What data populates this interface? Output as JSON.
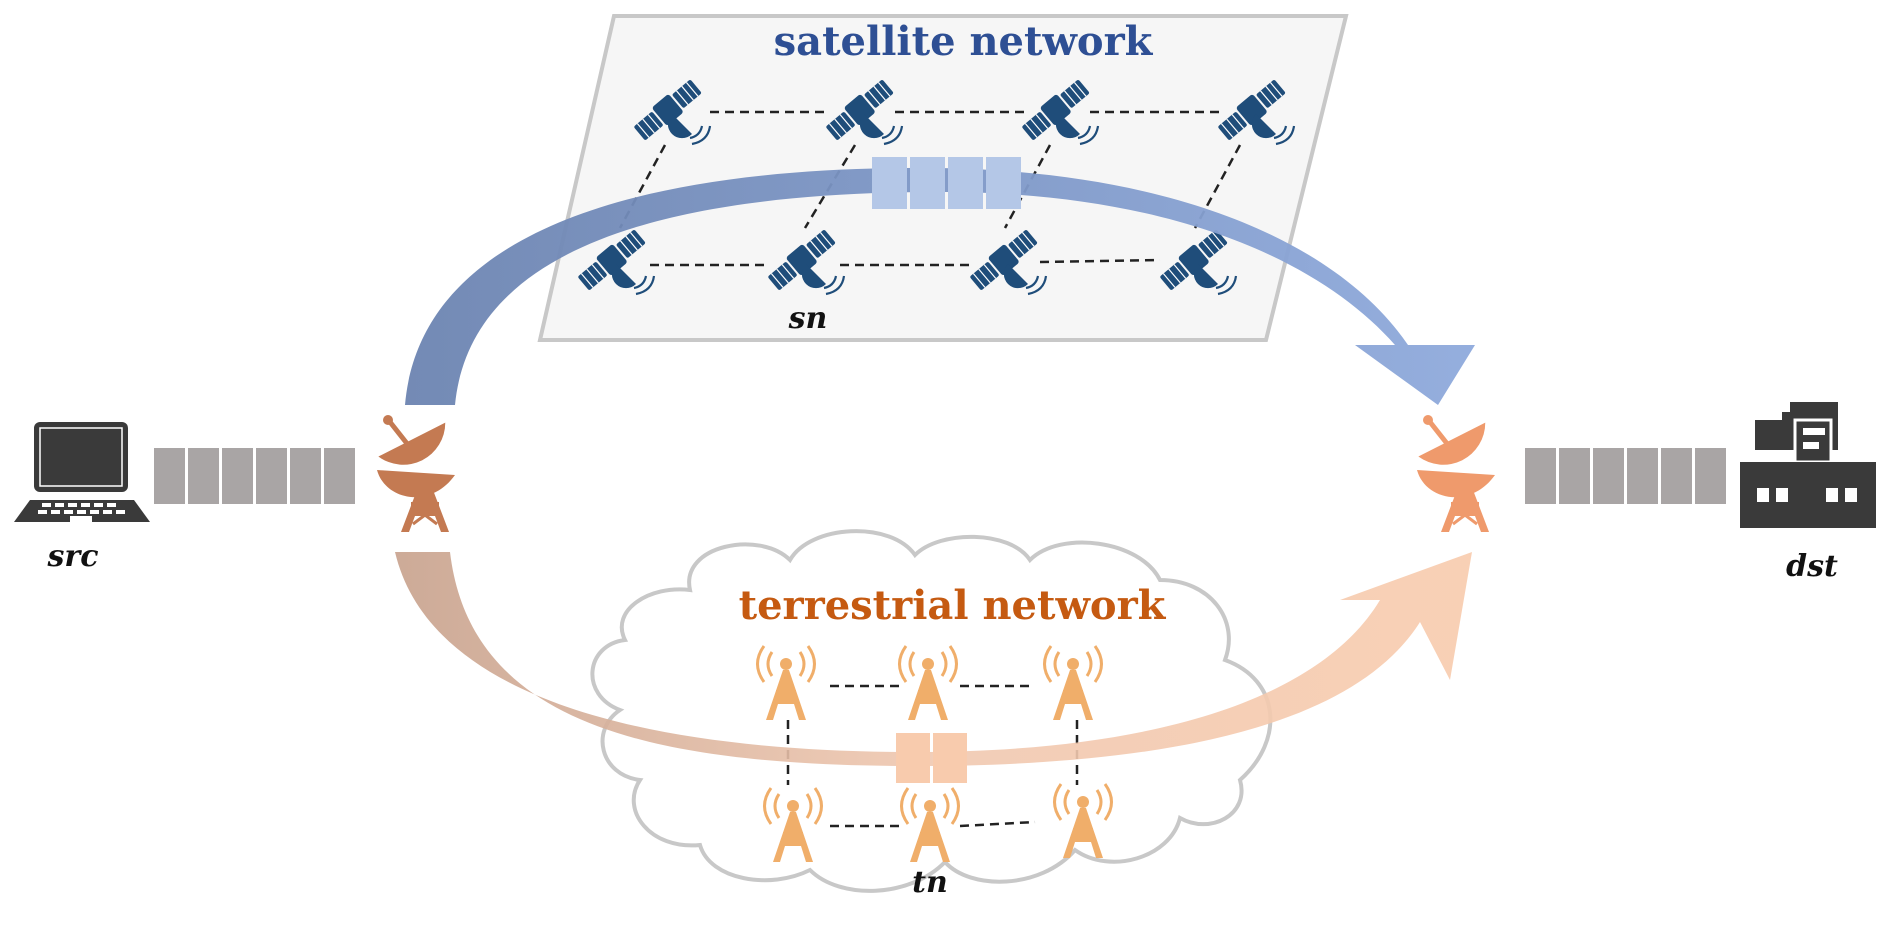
{
  "satellite_network": {
    "title": "satellite network",
    "node_label": "sn"
  },
  "terrestrial_network": {
    "title": "terrestrial network",
    "node_label": "tn"
  },
  "source": {
    "label": "src"
  },
  "destination": {
    "label": "dst"
  },
  "colors": {
    "satellite_title": "#2e4f94",
    "satellite_icon": "#1f4d7a",
    "terrestrial_title": "#c55a11",
    "tower_icon": "#f0ae6a",
    "ground_antenna_left": "#c47a52",
    "ground_antenna_right": "#ef9a6c",
    "packet_gray": "#a9a5a5",
    "packet_blue": "#b4c7e7",
    "packet_orange": "#f8cbad",
    "arrow_blue_start": "#6d85b2",
    "arrow_blue_end": "#8eaadb",
    "arrow_orange_start": "#c9a08a",
    "arrow_orange_end": "#f8cbad",
    "device_dark": "#3a3a3a"
  },
  "icons": {
    "laptop": "laptop-icon",
    "server": "server-building-icon",
    "satellite": "satellite-icon",
    "tower": "radio-tower-icon",
    "ground_station": "satellite-dish-icon"
  }
}
